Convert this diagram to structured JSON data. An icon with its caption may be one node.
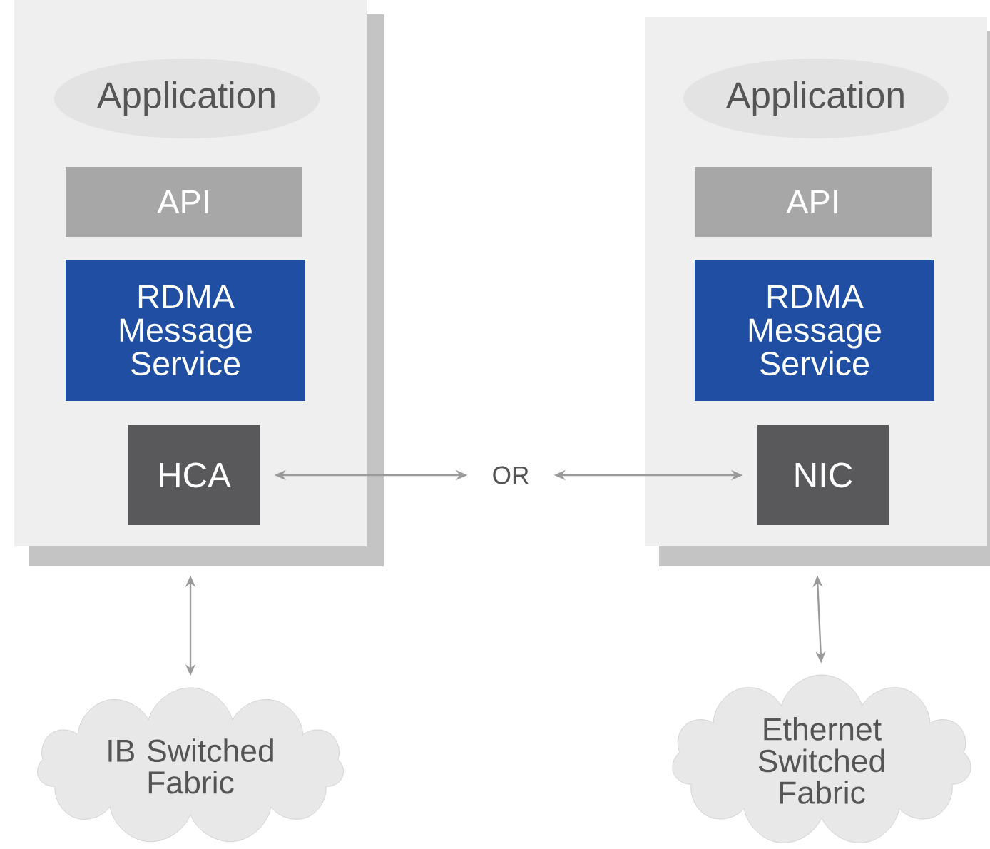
{
  "diagram": {
    "nodes": [
      {
        "text": [],
        "shape": "box"
      },
      {
        "text": [
          "Application"
        ],
        "in": 0
      },
      {
        "text": [
          "API"
        ],
        "in": 0
      },
      {
        "text": [
          "RDMA Message Service"
        ],
        "in": 0
      },
      {
        "text": [
          "HCA"
        ],
        "in": 0
      },
      {
        "text": [],
        "shape": "box"
      },
      {
        "text": [
          "Application"
        ],
        "in": 5
      },
      {
        "text": [
          "API"
        ],
        "in": 5
      },
      {
        "text": [
          "RDMA Message Service"
        ],
        "in": 5
      },
      {
        "text": [
          "NIC"
        ],
        "in": 5
      },
      {
        "text": [
          "OR"
        ]
      },
      {
        "text": [
          "IB Switched Fabric"
        ]
      },
      {
        "text": [
          "Ethernet Switched Fabric"
        ]
      }
    ],
    "edges": [
      {
        "from": 4,
        "to": 10,
        "arrow": "both"
      },
      {
        "from": 10,
        "to": 9,
        "arrow": "both"
      },
      {
        "from": 0,
        "to": 11,
        "arrow": "both"
      },
      {
        "from": 5,
        "to": 12,
        "arrow": "both"
      }
    ]
  }
}
